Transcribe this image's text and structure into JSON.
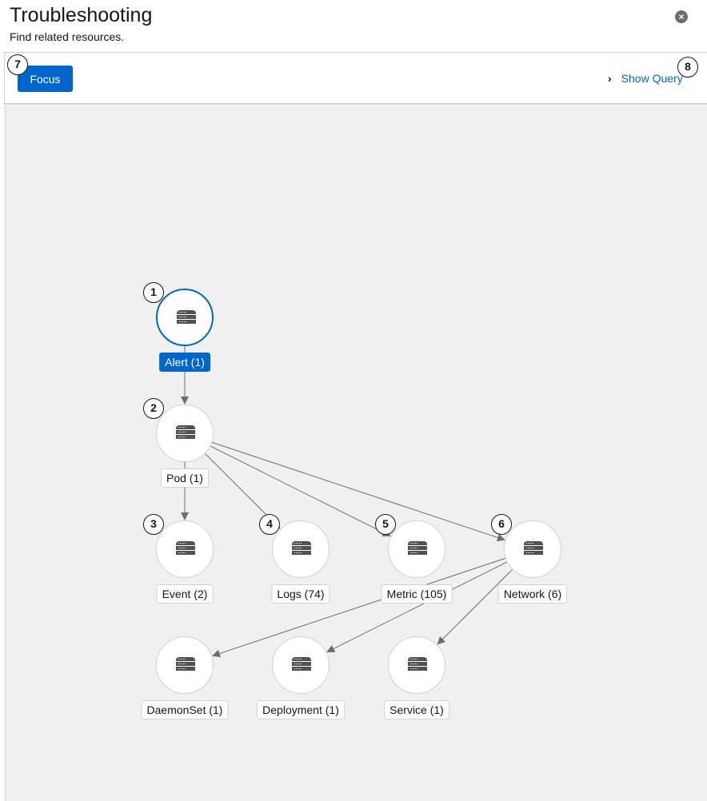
{
  "header": {
    "title": "Troubleshooting",
    "subtitle": "Find related resources.",
    "close_icon": "close-circle-icon"
  },
  "toolbar": {
    "focus_label": "Focus",
    "show_query_label": "Show Query",
    "focus_badge": "7",
    "show_query_badge": "8"
  },
  "colors": {
    "accent": "#0066cc",
    "canvas": "#f0f0f0",
    "edge": "#6a6e73"
  },
  "graph": {
    "nodes": [
      {
        "label": "Alert (1)",
        "badge": "1",
        "selected": true
      },
      {
        "label": "Pod (1)",
        "badge": "2"
      },
      {
        "label": "Event (2)",
        "badge": "3"
      },
      {
        "label": "Logs (74)",
        "badge": "4"
      },
      {
        "label": "Metric (105)",
        "badge": "5"
      },
      {
        "label": "Network (6)",
        "badge": "6"
      },
      {
        "label": "DaemonSet (1)",
        "badge": ""
      },
      {
        "label": "Deployment (1)",
        "badge": ""
      },
      {
        "label": "Service (1)",
        "badge": ""
      }
    ],
    "edges": [
      [
        0,
        1
      ],
      [
        1,
        2
      ],
      [
        1,
        3
      ],
      [
        1,
        4
      ],
      [
        1,
        5
      ],
      [
        5,
        6
      ],
      [
        5,
        7
      ],
      [
        5,
        8
      ]
    ]
  }
}
